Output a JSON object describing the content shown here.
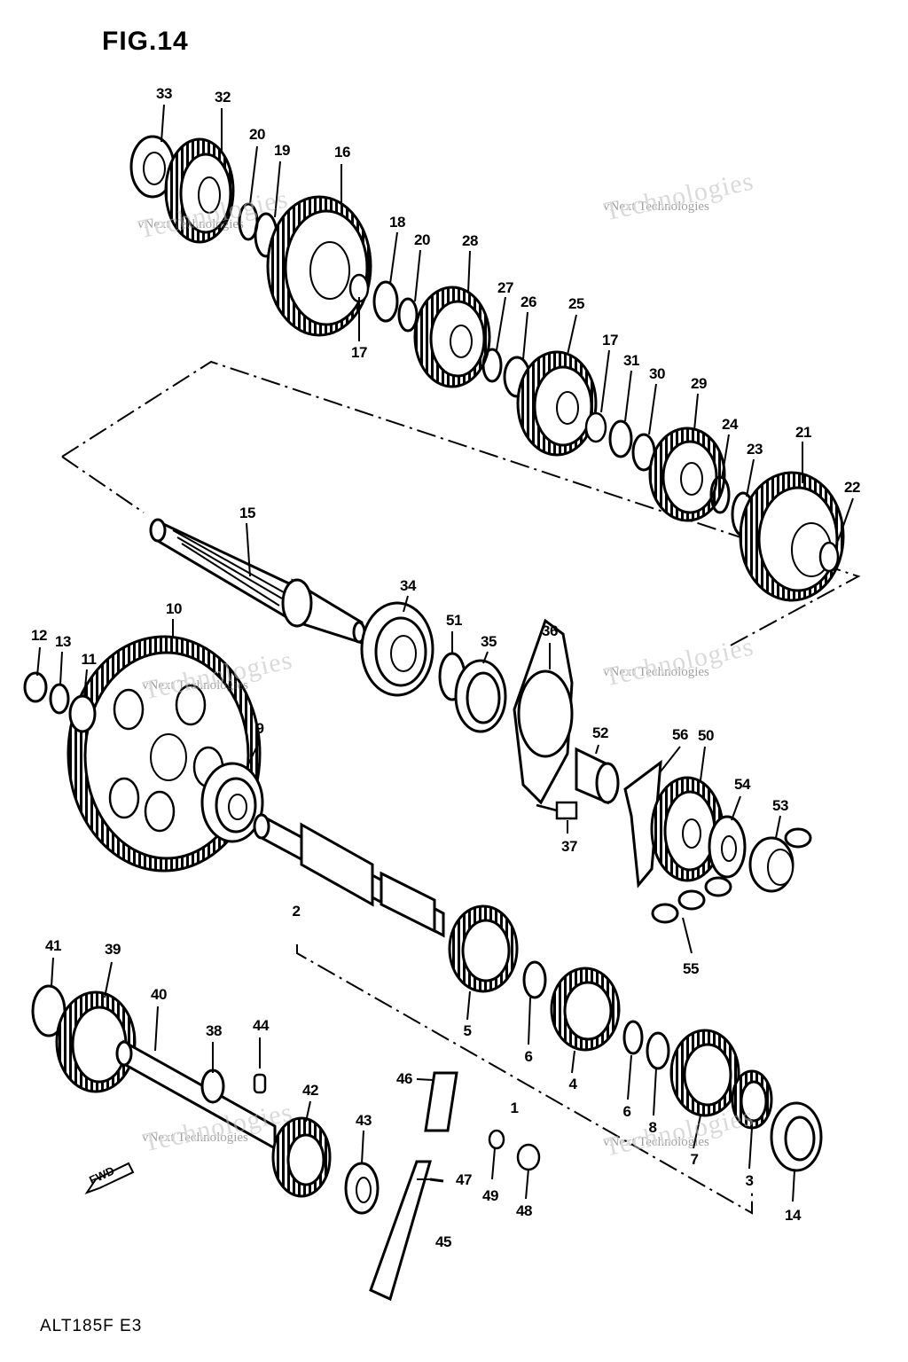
{
  "figure": {
    "title": "FIG.14",
    "code": "ALT185F E3",
    "direction_label": "FWD"
  },
  "watermark": {
    "company": "vNext Technologies",
    "line1": "vNext",
    "line2": "Technologies"
  },
  "callouts": [
    "1",
    "2",
    "3",
    "4",
    "5",
    "6",
    "7",
    "8",
    "9",
    "10",
    "11",
    "12",
    "13",
    "14",
    "15",
    "16",
    "17",
    "18",
    "19",
    "20",
    "21",
    "22",
    "23",
    "24",
    "25",
    "26",
    "27",
    "28",
    "29",
    "30",
    "31",
    "32",
    "33",
    "34",
    "35",
    "36",
    "37",
    "38",
    "39",
    "40",
    "41",
    "42",
    "43",
    "44",
    "45",
    "46",
    "47",
    "48",
    "49",
    "50",
    "51",
    "52",
    "53",
    "54",
    "55",
    "56"
  ],
  "labels": {
    "p1": "1",
    "p2": "2",
    "p3": "3",
    "p4": "4",
    "p5": "5",
    "p6a": "6",
    "p6b": "6",
    "p7": "7",
    "p8": "8",
    "p9": "9",
    "p10": "10",
    "p11": "11",
    "p12": "12",
    "p13": "13",
    "p14": "14",
    "p15": "15",
    "p16": "16",
    "p17a": "17",
    "p17b": "17",
    "p18": "18",
    "p19": "19",
    "p20a": "20",
    "p20b": "20",
    "p21": "21",
    "p22": "22",
    "p23": "23",
    "p24": "24",
    "p25": "25",
    "p26": "26",
    "p27": "27",
    "p28": "28",
    "p29": "29",
    "p30": "30",
    "p31": "31",
    "p32": "32",
    "p33": "33",
    "p34": "34",
    "p35": "35",
    "p36": "36",
    "p37": "37",
    "p38": "38",
    "p39": "39",
    "p40": "40",
    "p41": "41",
    "p42": "42",
    "p43": "43",
    "p44": "44",
    "p45": "45",
    "p46": "46",
    "p47": "47",
    "p48": "48",
    "p49": "49",
    "p50": "50",
    "p51": "51",
    "p52": "52",
    "p53": "53",
    "p54": "54",
    "p55": "55",
    "p56": "56"
  }
}
